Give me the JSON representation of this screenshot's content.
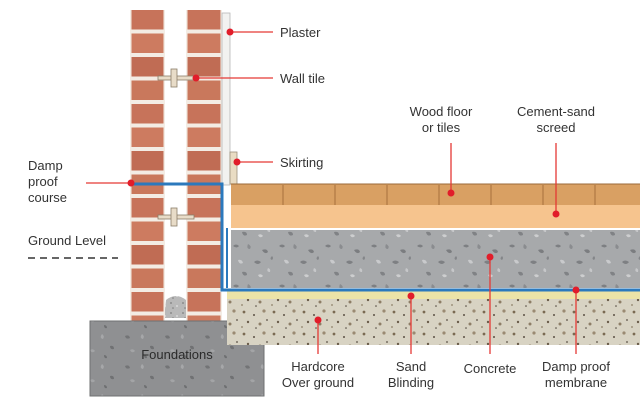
{
  "labels": {
    "plaster": "Plaster",
    "wall_tile": "Wall tile",
    "skirting": "Skirting",
    "wood_floor_1": "Wood floor",
    "wood_floor_2": "or tiles",
    "screed_1": "Cement-sand",
    "screed_2": "screed",
    "dpc_1": "Damp",
    "dpc_2": "proof",
    "dpc_3": "course",
    "ground_level": "Ground Level",
    "foundations": "Foundations",
    "hardcore_1": "Hardcore",
    "hardcore_2": "Over ground",
    "sand_1": "Sand",
    "sand_2": "Blinding",
    "concrete": "Concrete",
    "dpm_1": "Damp proof",
    "dpm_2": "membrane"
  },
  "colors": {
    "brick": "#c7735a",
    "mortar": "#f3ece4",
    "wood": "#d9a063",
    "screed": "#f6c48e",
    "concrete": "#a7a9ab",
    "hardcore": "#d8d3c3",
    "sand": "#ece3a7",
    "membrane": "#2b79bd",
    "foundation": "#8f9092",
    "marker": "#e11d2a"
  }
}
